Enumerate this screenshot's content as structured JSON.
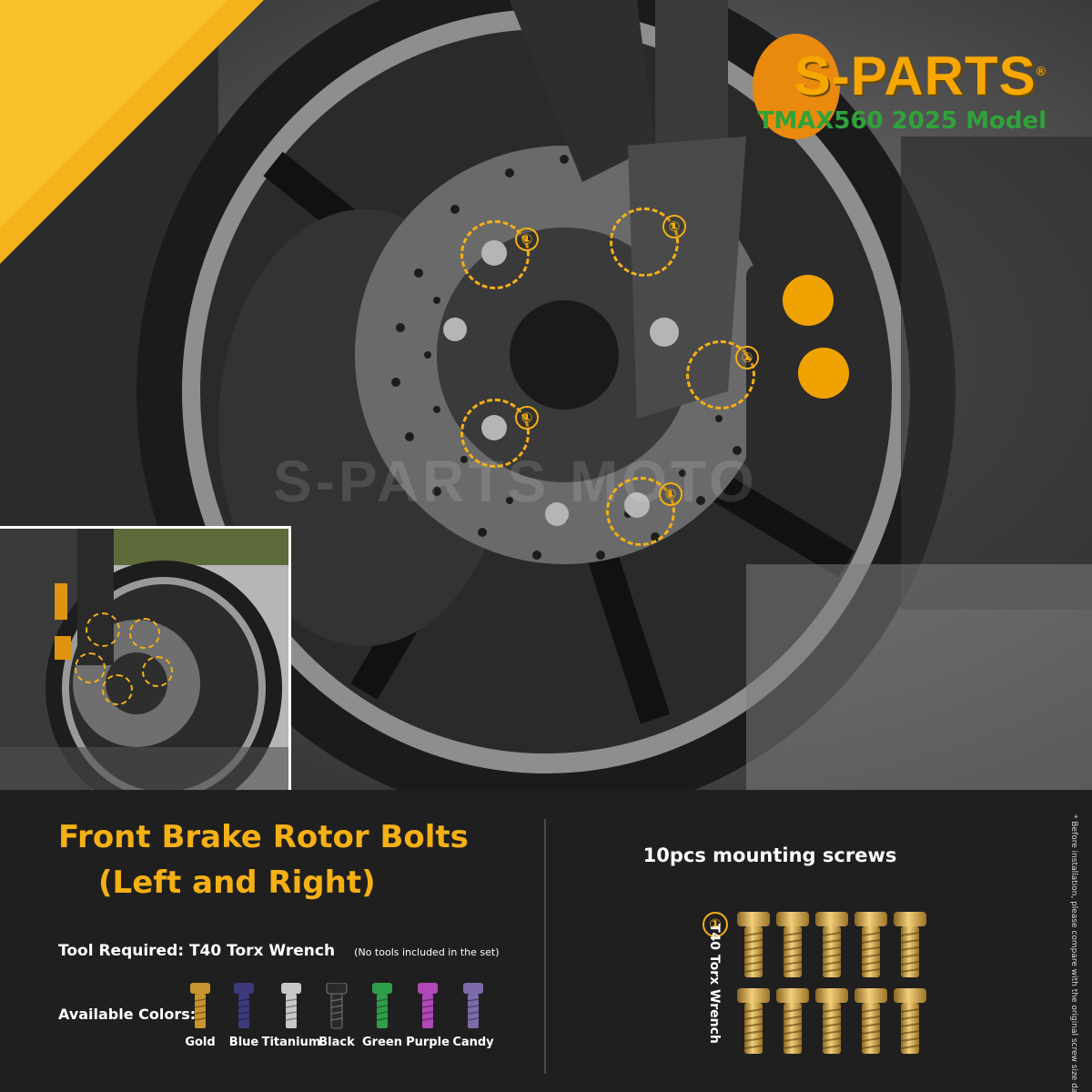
{
  "brand": {
    "name": "S-PARTS",
    "registered_mark": "®",
    "model": "TMAX560 2025 Model",
    "watermark": "S-PARTS MOTO"
  },
  "callouts": {
    "number": "①"
  },
  "info": {
    "title_line1": "Front Brake Rotor Bolts",
    "title_line2": "(Left and Right)",
    "tool_label": "Tool Required: T40 Torx Wrench",
    "tool_note": "(No tools included in the set)",
    "colors_label": "Available Colors:",
    "colors": [
      {
        "name": "Gold",
        "hex": "#c9952e"
      },
      {
        "name": "Blue",
        "hex": "#3c3a7a"
      },
      {
        "name": "Titanium",
        "hex": "#c8c8c8"
      },
      {
        "name": "Black",
        "hex": "#2a2a2a"
      },
      {
        "name": "Green",
        "hex": "#2f9e4a"
      },
      {
        "name": "Purple",
        "hex": "#b048b8"
      },
      {
        "name": "Candy",
        "hex": "#7d6aa8"
      }
    ]
  },
  "screws": {
    "title": "10pcs mounting screws",
    "number": "①",
    "wrench_label": "T40 Torx Wrench",
    "count": 10
  },
  "side_note": "* Before installation, please compare with the original screw size data",
  "accent": "#f5b014",
  "model_color": "#2fa33a"
}
